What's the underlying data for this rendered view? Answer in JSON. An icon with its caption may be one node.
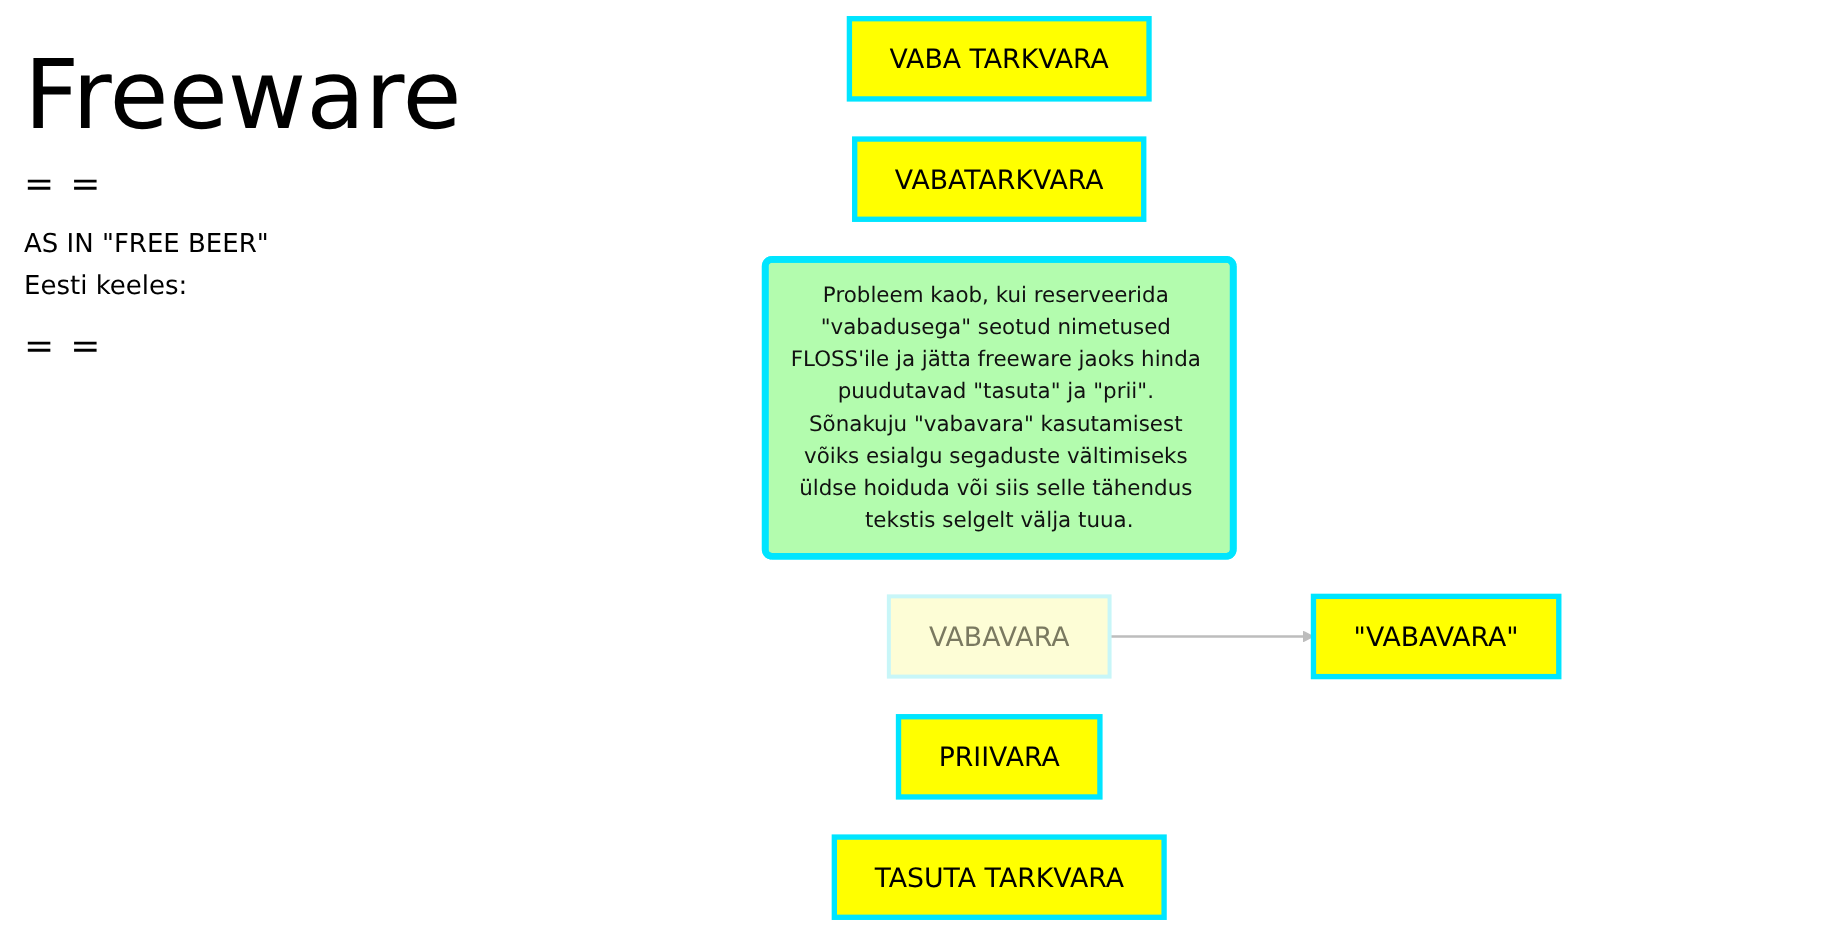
{
  "diagram": {
    "title": "Freeware",
    "nodes": [
      {
        "text": [
          "VABA TARKVARA"
        ]
      },
      {
        "text": [
          "VABATARKVARA"
        ]
      },
      {
        "text": [
          "\"VABAVARA\""
        ]
      },
      {
        "text": [
          "Probleem kaob, kui reserveerida \"vabadusega\" seotud nimetused FLOSS'ile ja jätta freeware jaoks hinda puudutavad \"tasuta\" ja \"prii\". Sõnakuju \"vabavara\" kasutamisest võiks esialgu segaduste vältimiseks üldse hoiduda või siis selle tähendus tekstis selgelt välja tuua."
        ]
      },
      {
        "text": [
          "VABAVARA"
        ]
      },
      {
        "text": [
          "PRIIVARA"
        ]
      },
      {
        "text": [
          "TASUTA TARKVARA"
        ]
      }
    ],
    "edges": [
      {
        "from": 4,
        "to": 2,
        "arrow": "to"
      }
    ],
    "labels": [
      "=",
      "=",
      "AS IN \"FREE BEER\"",
      "Eesti keeles:",
      "=",
      "="
    ]
  }
}
